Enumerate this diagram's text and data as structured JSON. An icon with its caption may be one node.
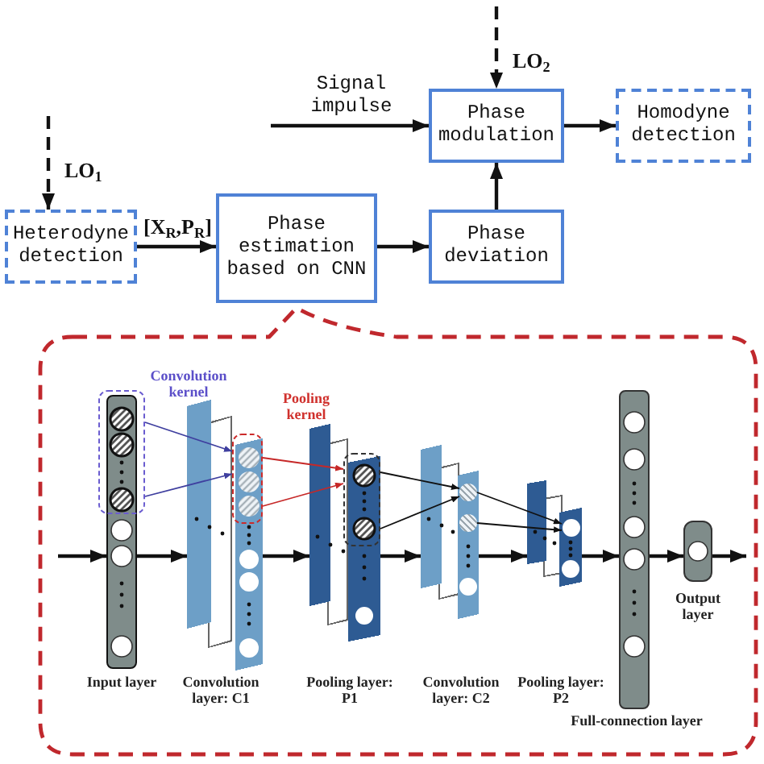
{
  "diagram": {
    "nodes": [
      {
        "text": [
          "Phase modulation"
        ]
      },
      {
        "text": [
          "Homodyne detection"
        ]
      },
      {
        "text": [
          "Heterodyne detection"
        ]
      },
      {
        "text": [
          "Phase estimation based on CNN"
        ]
      },
      {
        "text": [
          "Phase deviation"
        ]
      },
      {
        "text": [],
        "shape": "box"
      },
      {
        "text": [],
        "shape": "bar",
        "beside": [
          "Input layer"
        ],
        "in": 5
      },
      {
        "text": [],
        "shape": "box",
        "beside": [
          "Convolution kernel"
        ],
        "in": 5
      },
      {
        "text": [],
        "shape": "bar",
        "beside": [
          "Convolution layer: C1"
        ],
        "in": 5
      },
      {
        "text": [],
        "shape": "box",
        "in": 8
      },
      {
        "text": [],
        "shape": "bar",
        "beside": [
          "Pooling layer: P1"
        ],
        "in": 5
      },
      {
        "text": [],
        "shape": "box",
        "in": 10
      },
      {
        "text": [],
        "shape": "bar",
        "beside": [
          "Convolution layer: C2"
        ],
        "in": 5
      },
      {
        "text": [],
        "shape": "circle",
        "in": 12
      },
      {
        "text": [],
        "shape": "circle",
        "in": 12
      },
      {
        "text": [],
        "shape": "bar",
        "in": 5
      },
      {
        "text": [],
        "shape": "circle",
        "in": 15
      },
      {
        "text": [],
        "shape": "bar",
        "beside": [
          "Full-connection layer"
        ],
        "in": 5
      },
      {
        "text": [],
        "shape": "box",
        "beside": [
          "Output layer"
        ],
        "in": 5
      }
    ],
    "edges": [
      {
        "from": null,
        "to": 0,
        "arrow": "to",
        "style": "dashed",
        "label": "LO$_{2}$"
      },
      {
        "from": null,
        "to": 0,
        "arrow": "to",
        "label": "Signal impulse"
      },
      {
        "from": 0,
        "to": 1,
        "arrow": "to"
      },
      {
        "from": null,
        "to": 2,
        "arrow": "to",
        "style": "dashed",
        "label": "LO$_{1}$"
      },
      {
        "from": 2,
        "to": 3,
        "arrow": "to",
        "label": "[X$_{R}$,P$_{R}$]"
      },
      {
        "from": 3,
        "to": 4,
        "arrow": "to"
      },
      {
        "from": 4,
        "to": 0,
        "arrow": "to"
      },
      {
        "from": null,
        "to": 6,
        "arrow": "to"
      },
      {
        "from": 6,
        "to": 8,
        "arrow": "to"
      },
      {
        "from": 8,
        "to": 10,
        "arrow": "to"
      },
      {
        "from": 10,
        "to": 12,
        "arrow": "to"
      },
      {
        "from": 12,
        "to": 15,
        "arrow": "to"
      },
      {
        "from": 15,
        "to": 17,
        "arrow": "to"
      },
      {
        "from": 17,
        "to": 18,
        "arrow": "to"
      },
      {
        "from": 18,
        "to": null,
        "arrow": "to"
      },
      {
        "from": 7,
        "to": 9,
        "arrow": "to",
        "color": "#3f3f9f"
      },
      {
        "from": 7,
        "to": 9,
        "arrow": "to",
        "color": "#3f3f9f"
      },
      {
        "from": 9,
        "to": 11,
        "arrow": "to",
        "color": "#c62828"
      },
      {
        "from": 9,
        "to": 11,
        "arrow": "to",
        "color": "#c62828"
      },
      {
        "from": 11,
        "to": 13,
        "arrow": "to"
      },
      {
        "from": 11,
        "to": 13,
        "arrow": "to"
      },
      {
        "from": 13,
        "to": 16,
        "arrow": "to"
      },
      {
        "from": 14,
        "to": 16,
        "arrow": "to"
      }
    ],
    "labels": [
      "Pooling kernel",
      "Pooling layer: P2"
    ]
  }
}
